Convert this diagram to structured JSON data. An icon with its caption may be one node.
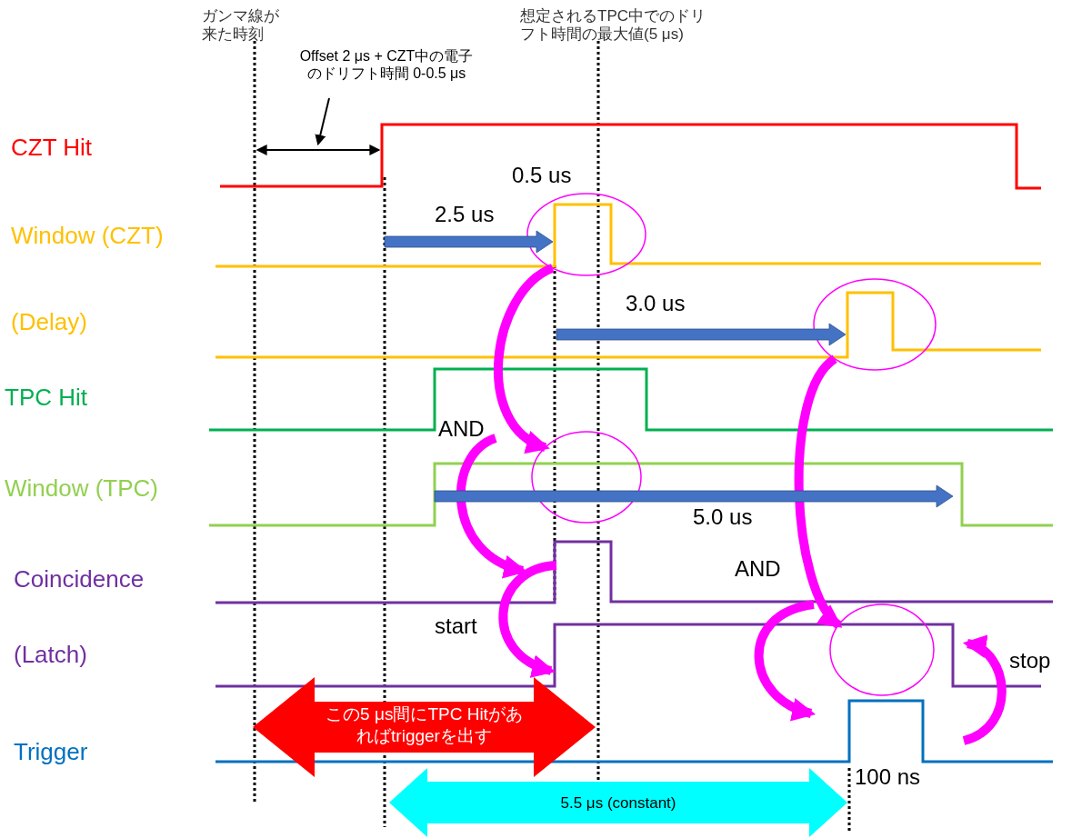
{
  "diagram": {
    "nodes": [
      {
        "text": [],
        "shape": "ellipse"
      },
      {
        "text": [],
        "shape": "ellipse"
      },
      {
        "text": [],
        "shape": "ellipse"
      },
      {
        "text": [],
        "shape": "ellipse"
      },
      {
        "text": [
          "Offset 2 μs + CZT中の電子のドリフト時間 0-0.5 μs"
        ]
      },
      {
        "text": [
          "この5 μs間にTPC Hitがあればtriggerを出す"
        ]
      },
      {
        "text": [
          "5.5 μs (constant)"
        ]
      },
      {
        "text": [],
        "shape": "arrow",
        "beside": [
          "2.5 us"
        ]
      },
      {
        "text": [],
        "shape": "arrow",
        "beside": [
          "3.0 us"
        ]
      },
      {
        "text": [],
        "shape": "arrow",
        "beside": [
          "5.0 us"
        ]
      }
    ],
    "edges": [
      {
        "from": 0,
        "to": 2,
        "arrow": "to"
      },
      {
        "from": 1,
        "to": 3,
        "arrow": "to"
      },
      {
        "from": 4,
        "to": null,
        "arrow": "to",
        "color": "#000000"
      }
    ],
    "labels": [
      "ガンマ線が来た時刻",
      "想定されるTPC中でのドリフト時間の最大値(5 μs)",
      "CZT Hit",
      "Window (CZT)",
      "(Delay)",
      "TPC Hit",
      "Window (TPC)",
      "Coincidence",
      "(Latch)",
      "Trigger",
      "0.5 us",
      "AND",
      "AND",
      "start",
      "stop",
      "100 ns"
    ]
  }
}
